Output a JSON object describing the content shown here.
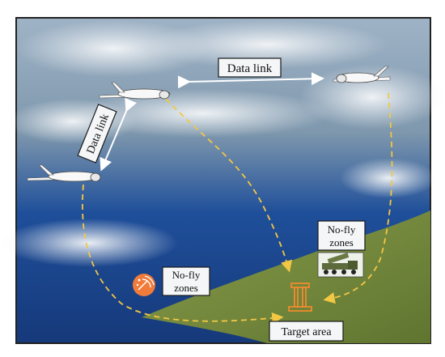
{
  "labels": {
    "data_link_top": "Data link",
    "data_link_left": "Data link",
    "no_fly_right_1": "No-fly",
    "no_fly_right_2": "zones",
    "no_fly_left_1": "No-fly",
    "no_fly_left_2": "zones",
    "target_area": "Target area"
  },
  "icons": {
    "drones": [
      "drone-icon",
      "drone-icon",
      "drone-icon"
    ],
    "radar": "radar-icon",
    "launcher": "missile-launcher-icon",
    "target": "target-tower-icon"
  },
  "colors": {
    "flight_path": "#f2c744",
    "ocean": "#1d4fa0",
    "land": "#7a8f3e",
    "radar_fill": "#f07b3a",
    "target_outline": "#f08a2e"
  }
}
